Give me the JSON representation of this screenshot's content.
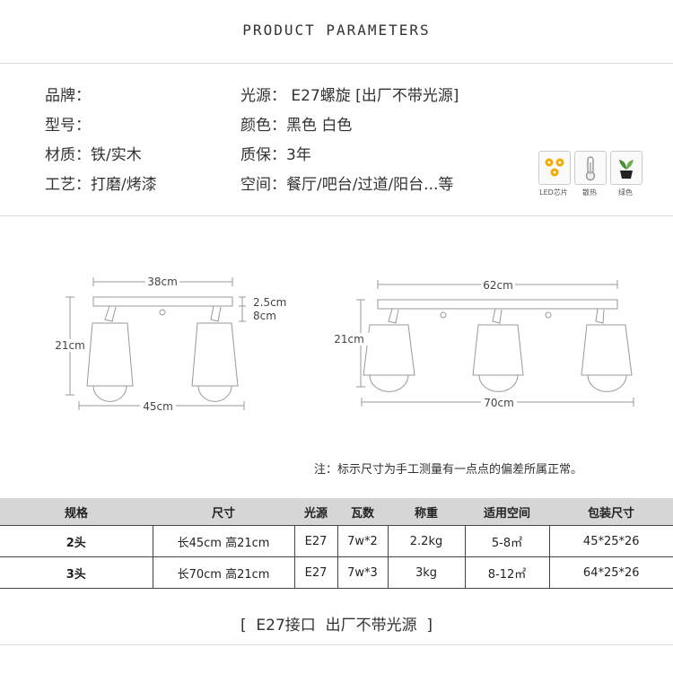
{
  "header": {
    "title": "PRODUCT PARAMETERS"
  },
  "params": {
    "brand": "品牌：",
    "model": "型号：",
    "material": "材质：铁/实木",
    "craft": "工艺：打磨/烤漆",
    "light_source": "光源： E27螺旋 [出厂不带光源]",
    "color": "颜色：黑色 白色",
    "warranty": "质保：3年",
    "space": "空间：餐厅/吧台/过道/阳台...等"
  },
  "features": [
    {
      "icon": "led-chip-icon",
      "label": "LED芯片",
      "accent": "#f2a900"
    },
    {
      "icon": "thermometer-icon",
      "label": "散热"
    },
    {
      "icon": "plant-icon",
      "label": "绿色",
      "accent": "#222222"
    }
  ],
  "diagram_two": {
    "top": "38cm",
    "height": "21cm",
    "plate": "2.5cm",
    "arm": "8cm",
    "bottom": "45cm"
  },
  "diagram_three": {
    "top": "62cm",
    "height": "21cm",
    "bottom": "70cm"
  },
  "note": "注：标示尺寸为手工测量有一点点的偏差所属正常。",
  "table": {
    "headers": [
      "规格",
      "尺寸",
      "光源",
      "瓦数",
      "称重",
      "适用空间",
      "包装尺寸"
    ],
    "rows": [
      [
        "2头",
        "长45cm 高21cm",
        "E27",
        "7w*2",
        "2.2kg",
        "5-8㎡",
        "45*25*26"
      ],
      [
        "3头",
        "长70cm 高21cm",
        "E27",
        "7w*3",
        "3kg",
        "8-12㎡",
        "64*25*26"
      ]
    ]
  },
  "footer": "[  E27接口  出厂不带光源  ]"
}
